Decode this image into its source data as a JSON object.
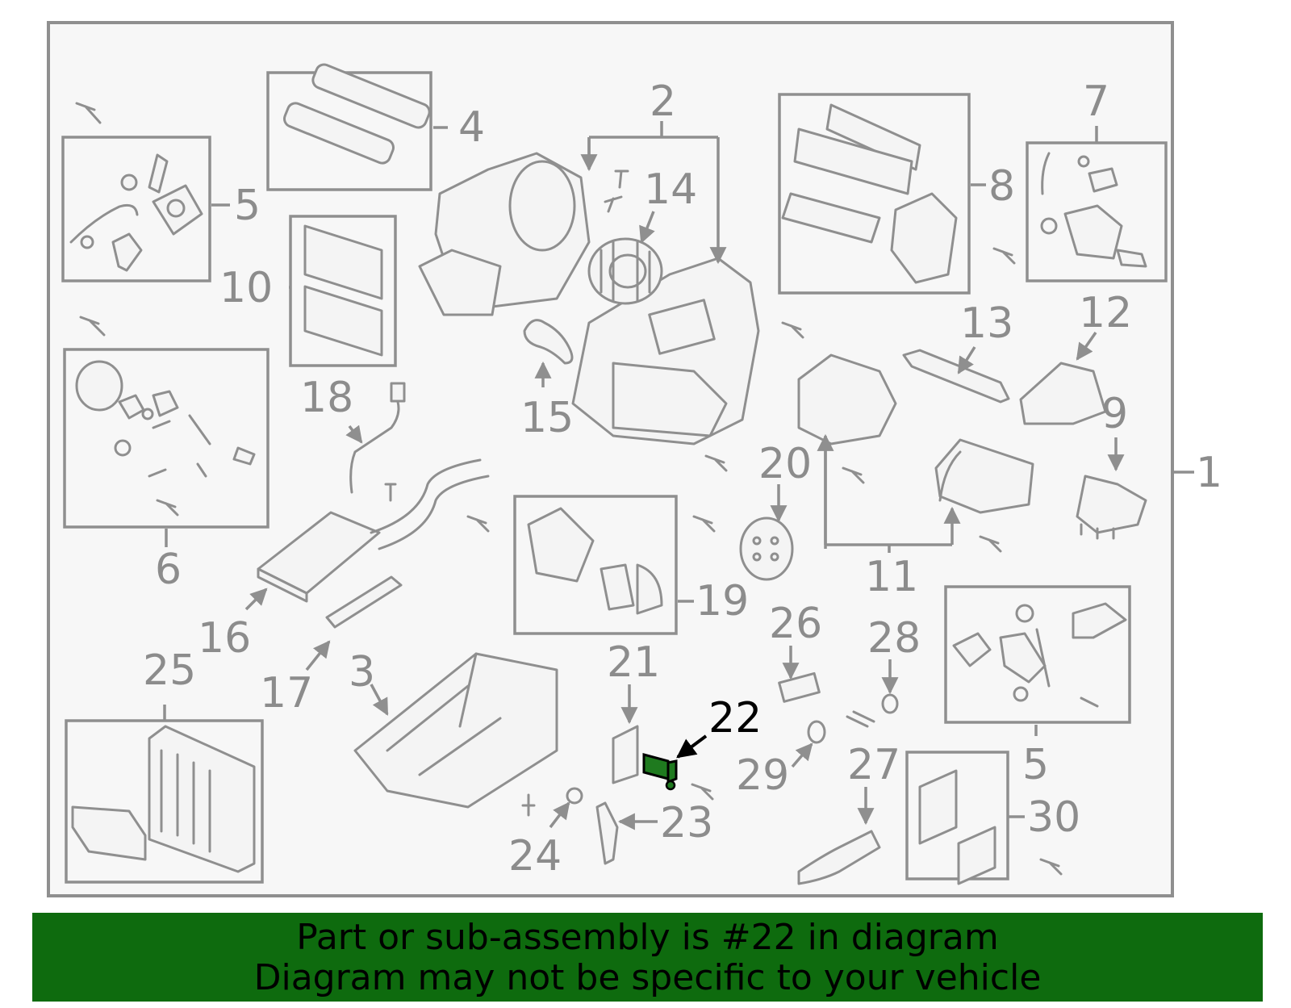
{
  "diagram": {
    "highlight_part": "22",
    "highlight_color": "#1f7a1f",
    "banner_color": "#0e6b0e",
    "callouts": [
      "1",
      "2",
      "3",
      "4",
      "5",
      "5",
      "6",
      "7",
      "8",
      "9",
      "10",
      "11",
      "12",
      "13",
      "14",
      "15",
      "16",
      "17",
      "18",
      "19",
      "20",
      "21",
      "22",
      "23",
      "24",
      "25",
      "26",
      "27",
      "28",
      "29",
      "30"
    ]
  },
  "banner": {
    "line1": "Part or sub-assembly is #22 in diagram",
    "line2": "Diagram may not be specific to your vehicle"
  }
}
